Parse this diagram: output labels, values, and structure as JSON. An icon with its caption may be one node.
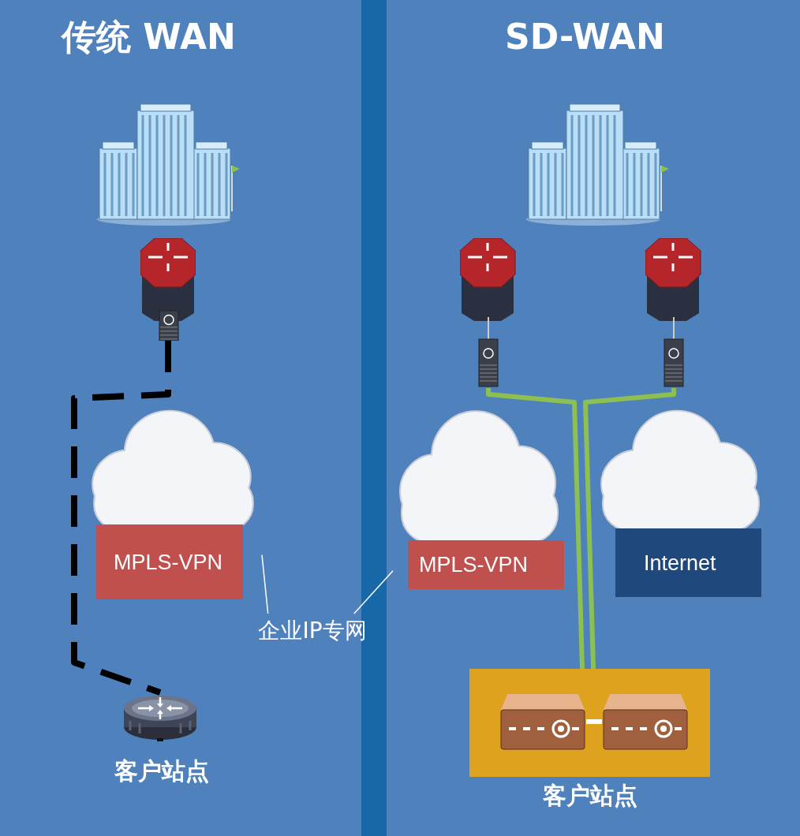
{
  "diagram": {
    "nodes": [
      {
        "text": [
          "传统 WAN"
        ]
      },
      {
        "text": [
          "SD-WAN"
        ]
      },
      {
        "text": [],
        "shape": "picture",
        "in": 0
      },
      {
        "text": [],
        "shape": "picture",
        "in": 0
      },
      {
        "text": [
          "MPLS-VPN"
        ],
        "in": 0
      },
      {
        "text": [],
        "shape": "picture",
        "in": 0,
        "beside": [
          "客户站点"
        ]
      },
      {
        "text": [],
        "shape": "picture",
        "in": 1
      },
      {
        "text": [],
        "shape": "picture",
        "in": 1
      },
      {
        "text": [],
        "shape": "picture",
        "in": 1
      },
      {
        "text": [
          "MPLS-VPN"
        ],
        "in": 1
      },
      {
        "text": [
          "Internet"
        ],
        "in": 1
      },
      {
        "text": [
          "客户站点"
        ],
        "in": 1
      },
      {
        "text": [],
        "shape": "picture",
        "in": 11
      },
      {
        "text": [],
        "shape": "picture",
        "in": 11
      },
      {
        "text": [
          "企业IP专网"
        ]
      }
    ],
    "edges": [
      {
        "from": 3,
        "to": 5,
        "arrow": "none",
        "style": "dashed",
        "color": "#000000"
      },
      {
        "from": 7,
        "to": 11,
        "arrow": "none",
        "color": "#8cc152"
      },
      {
        "from": 8,
        "to": 11,
        "arrow": "none",
        "color": "#8cc152"
      },
      {
        "from": 12,
        "to": 13,
        "arrow": "none",
        "color": "#ffffff"
      },
      {
        "from": 14,
        "to": 4,
        "arrow": "none",
        "color": "#ffffff"
      },
      {
        "from": 14,
        "to": 9,
        "arrow": "none",
        "color": "#ffffff"
      }
    ]
  }
}
